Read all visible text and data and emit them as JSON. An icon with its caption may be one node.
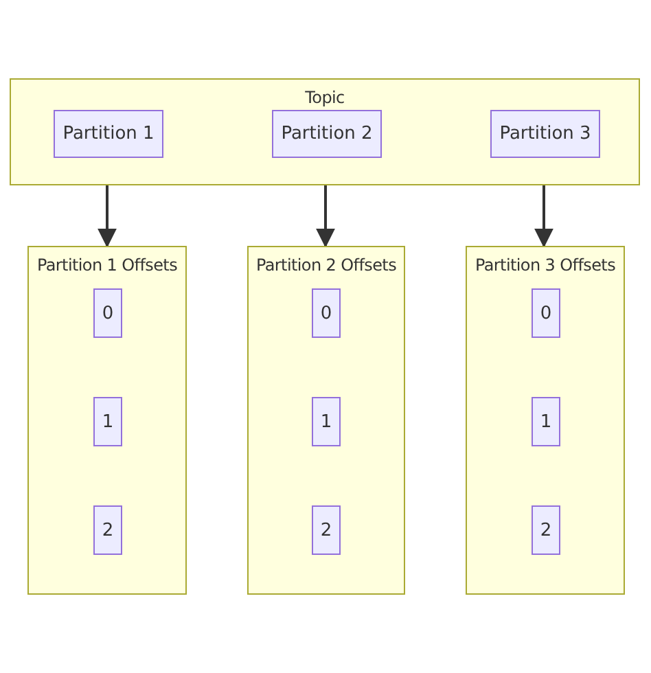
{
  "diagram": {
    "nodes": [
      {
        "text": [
          "Topic"
        ]
      },
      {
        "text": [
          "Partition 1"
        ],
        "in": 0
      },
      {
        "text": [
          "Partition 2"
        ],
        "in": 0
      },
      {
        "text": [
          "Partition 3"
        ],
        "in": 0
      },
      {
        "text": [
          "Partition 1 Offsets"
        ]
      },
      {
        "text": [
          "0"
        ],
        "in": 4
      },
      {
        "text": [
          "1"
        ],
        "in": 4
      },
      {
        "text": [
          "2"
        ],
        "in": 4
      },
      {
        "text": [
          "Partition 2 Offsets"
        ]
      },
      {
        "text": [
          "0"
        ],
        "in": 8
      },
      {
        "text": [
          "1"
        ],
        "in": 8
      },
      {
        "text": [
          "2"
        ],
        "in": 8
      },
      {
        "text": [
          "Partition 3 Offsets"
        ]
      },
      {
        "text": [
          "0"
        ],
        "in": 12
      },
      {
        "text": [
          "1"
        ],
        "in": 12
      },
      {
        "text": [
          "2"
        ],
        "in": 12
      }
    ],
    "edges": [
      {
        "from": 1,
        "to": 4,
        "arrow": "to"
      },
      {
        "from": 2,
        "to": 8,
        "arrow": "to"
      },
      {
        "from": 3,
        "to": 12,
        "arrow": "to"
      }
    ]
  }
}
